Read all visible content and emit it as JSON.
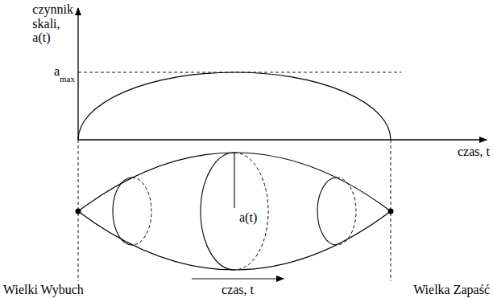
{
  "diagram": {
    "labels": [
      "czynnik skali, a(t)",
      "a",
      "max",
      "czas, t",
      "a(t)",
      "Wielki Wybuch",
      "czas, t",
      "Wielka Zapaść"
    ]
  }
}
